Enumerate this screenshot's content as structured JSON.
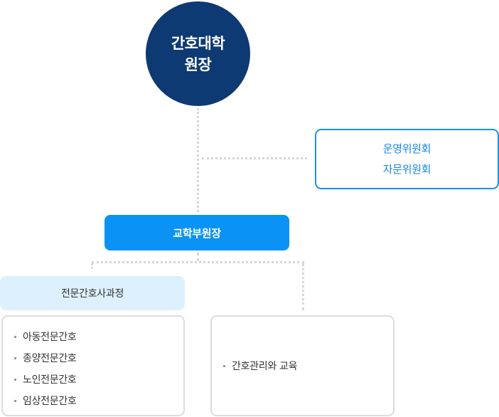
{
  "head": {
    "line1": "간호대학",
    "line2": "원장"
  },
  "committee": {
    "line1": "운영위원회",
    "line2": "자문위원회"
  },
  "vice_dean": {
    "label": "교학부원장"
  },
  "course": {
    "title": "전문간호사과정",
    "items": [
      {
        "label": "아동전문간호"
      },
      {
        "label": "종양전문간호"
      },
      {
        "label": "노인전문간호"
      },
      {
        "label": "임상전문간호"
      }
    ]
  },
  "education": {
    "items": [
      {
        "label": "간호관리와 교육"
      }
    ]
  },
  "colors": {
    "head_bg": "#0e3a73",
    "accent_blue": "#0a93f5",
    "committee_border": "#1a90ee",
    "course_header_bg": "#ddf0fd",
    "connector": "#d6d6d6"
  }
}
